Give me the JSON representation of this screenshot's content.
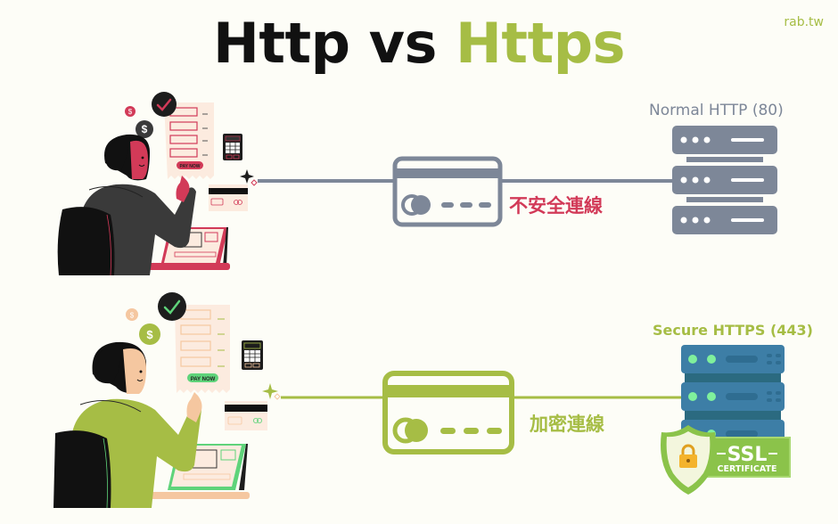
{
  "header": {
    "title_part1": "Http vs ",
    "title_part2": "Https",
    "brand": "rab.tw"
  },
  "http_row": {
    "server_label": "Normal HTTP (80)",
    "connection_label": "不安全連線",
    "pay_button": "PAY NOW",
    "icons": [
      "user-at-laptop",
      "dollar-coin-icon",
      "check-icon",
      "receipt-icon",
      "calculator-icon",
      "credit-card-icon",
      "sparkle-icon",
      "server-rack-icon"
    ],
    "colors": {
      "line": "#7d8798",
      "accent": "#d23a58",
      "server": "#7d8798"
    }
  },
  "https_row": {
    "server_label": "Secure HTTPS (443)",
    "connection_label": "加密連線",
    "pay_button": "PAY NOW",
    "ssl_badge_title": "SSL",
    "ssl_badge_subtitle": "CERTIFICATE",
    "icons": [
      "user-at-laptop",
      "dollar-coin-icon",
      "check-icon",
      "receipt-icon",
      "calculator-icon",
      "credit-card-icon",
      "sparkle-icon",
      "server-rack-icon",
      "shield-lock-icon"
    ],
    "colors": {
      "line": "#a6bd45",
      "accent": "#5fd37a",
      "server": "#3d7ea6"
    }
  }
}
